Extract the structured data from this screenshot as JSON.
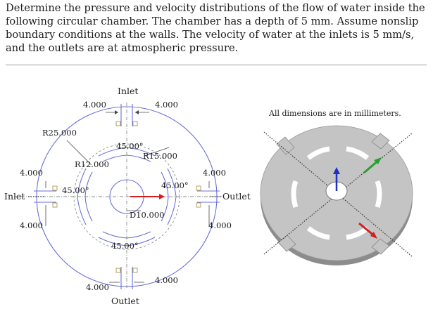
{
  "problem": {
    "lines": [
      "Determine the pressure and velocity distributions of the flow of water inside the",
      "following circular chamber. The chamber has a depth of 5 mm. Assume nonslip",
      "boundary conditions at the walls. The velocity of water at the inlets is 5 mm/s,",
      "and the outlets are at atmospheric pressure."
    ]
  },
  "drawing": {
    "inlet_top": "Inlet",
    "inlet_left": "Inlet",
    "outlet_right": "Outlet",
    "outlet_bottom": "Outlet",
    "dims": {
      "top_left": "4.000",
      "top_right": "4.000",
      "left_top": "4.000",
      "left_bottom": "4.000",
      "right_top": "4.000",
      "right_bottom": "4.000",
      "bottom_left": "4.000",
      "bottom_right": "4.000",
      "r25": "R25.000",
      "r15": "R15.000",
      "r12": "R12.000",
      "d10": "D10.000",
      "ang_top": "45.00°",
      "ang_left": "45.00°",
      "ang_right": "45.00°",
      "ang_bottom": "45.00°"
    }
  },
  "note": "All dimensions are in millimeters.",
  "colors": {
    "sketch_blue": "#6a6fd8",
    "model_gray": "#bdbdbd",
    "axis_red": "#d02020",
    "axis_green": "#2aa02a",
    "axis_blue": "#2030c0"
  }
}
